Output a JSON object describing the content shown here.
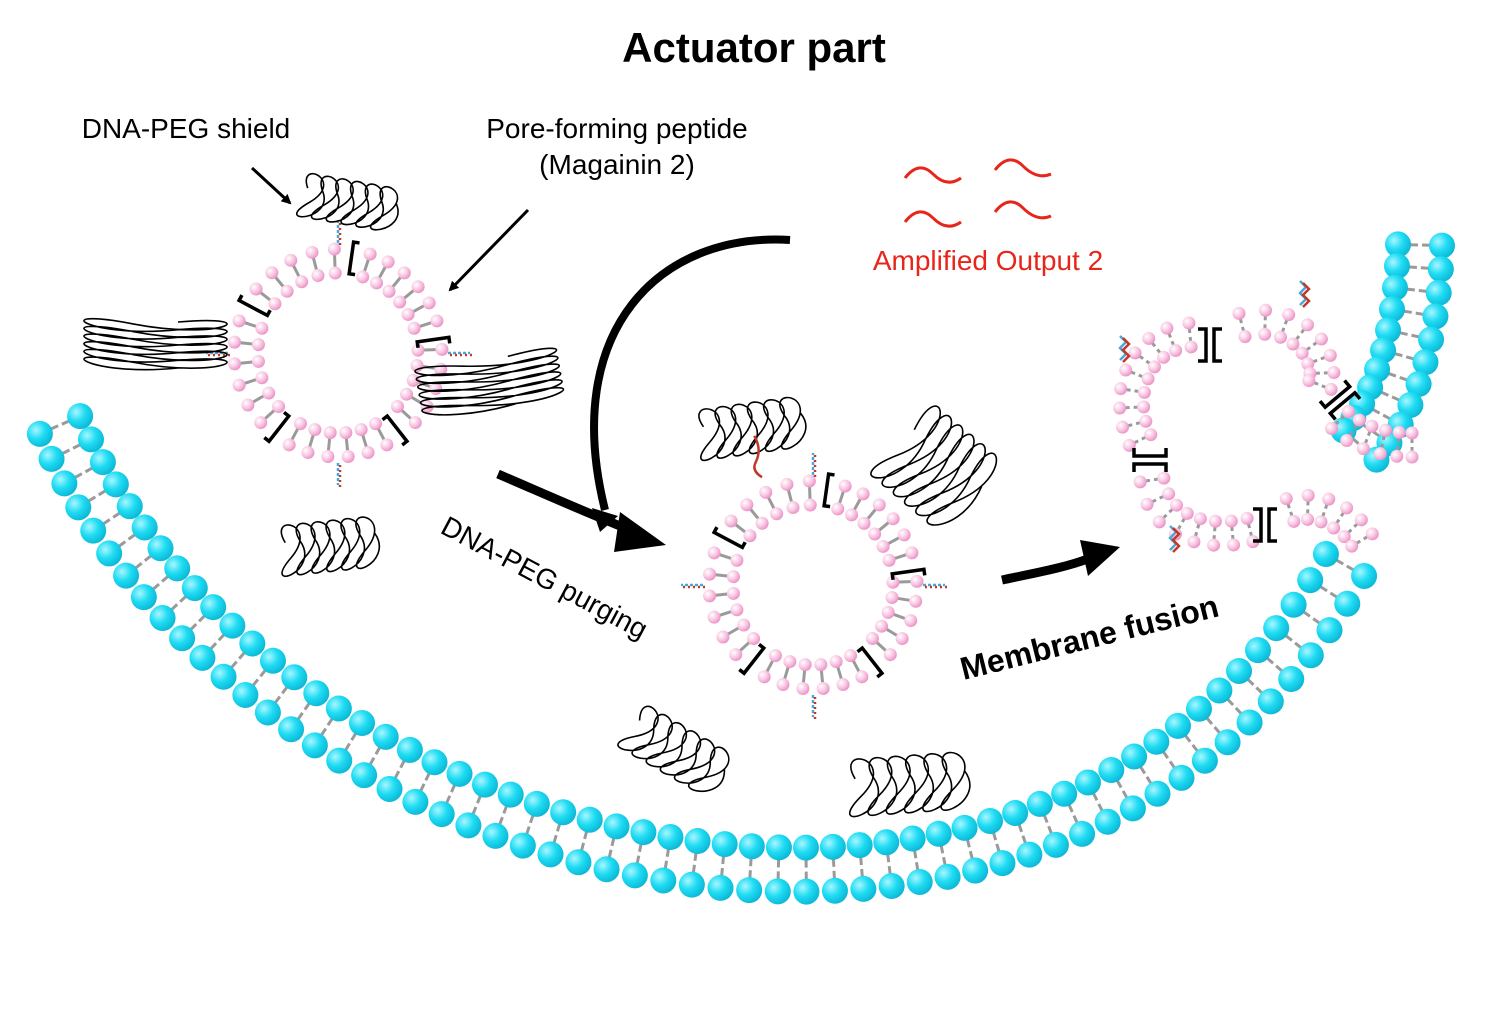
{
  "title": "Actuator part",
  "labels": {
    "dna_peg_shield": "DNA-PEG shield",
    "pore_peptide_line1": "Pore-forming peptide",
    "pore_peptide_line2": "(Magainin 2)",
    "amplified_output": "Amplified Output 2",
    "dna_peg_purging": "DNA-PEG purging",
    "membrane_fusion": "Membrane fusion"
  },
  "colors": {
    "text": "#000000",
    "output_red": "#e8251b",
    "lipid_pink": "#f7b3d8",
    "lipid_cyan": "#16d8f0",
    "tail_gray": "#9a9a9a",
    "dna_blue": "#4aa8d8",
    "dna_red": "#c0392b"
  }
}
